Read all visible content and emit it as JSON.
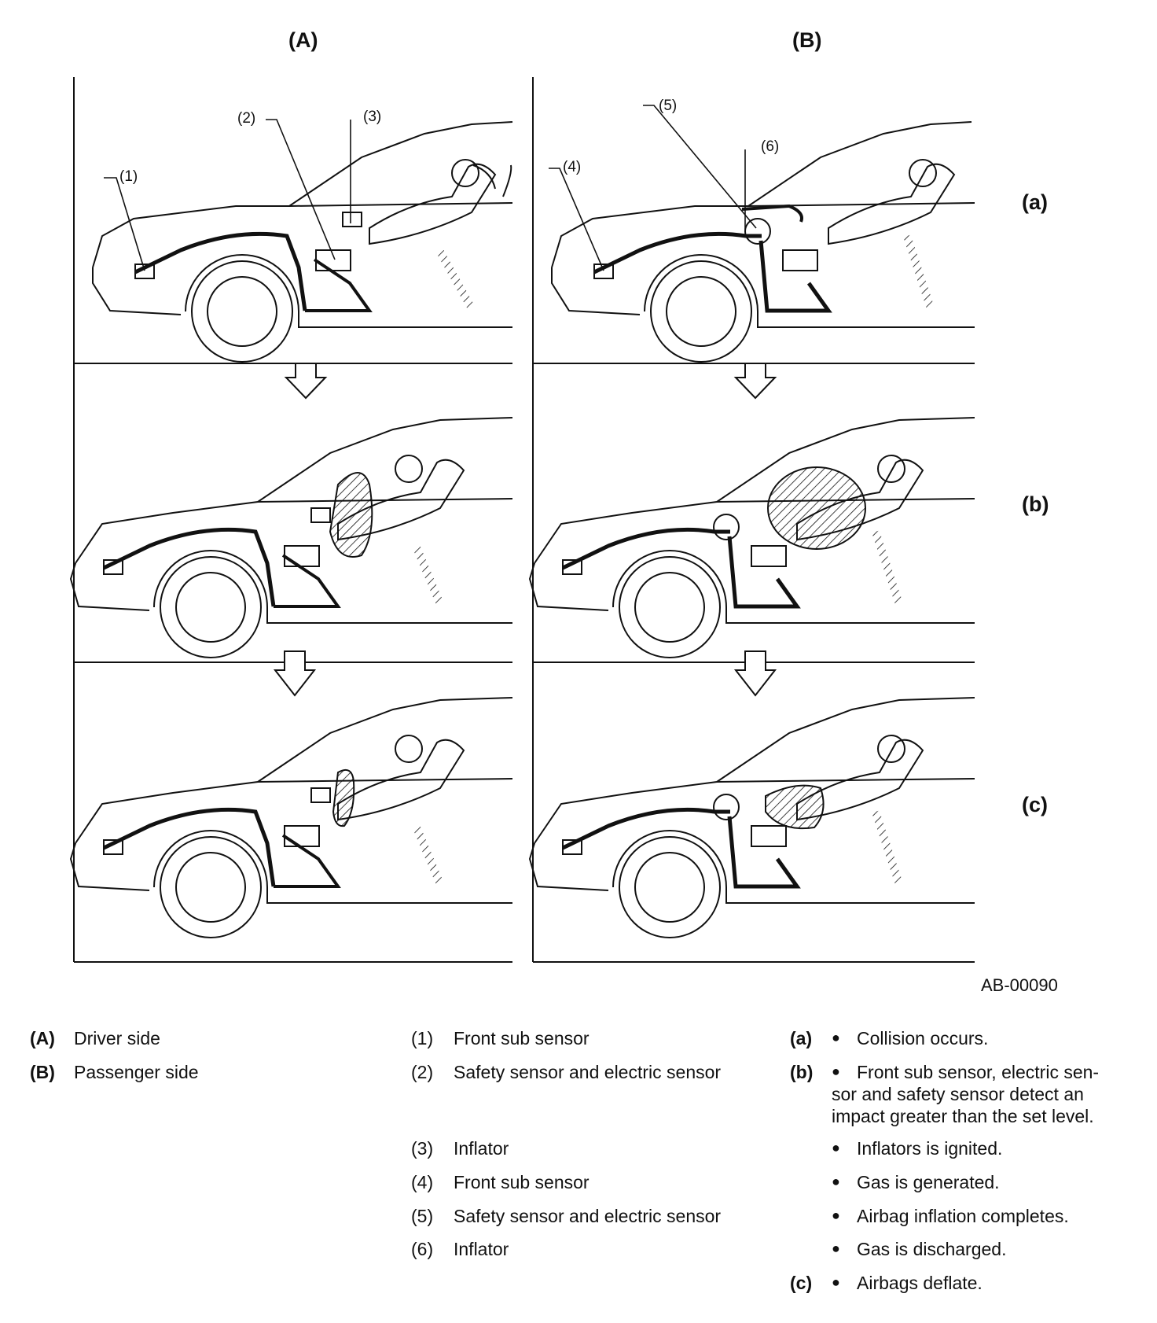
{
  "figure": {
    "column_headers": [
      "(A)",
      "(B)"
    ],
    "row_headers": [
      "(a)",
      "(b)",
      "(c)"
    ],
    "callouts": [
      "(1)",
      "(2)",
      "(3)",
      "(4)",
      "(5)",
      "(6)"
    ],
    "figure_id": "AB-00090"
  },
  "legend_sides": [
    {
      "key": "(A)",
      "text": "Driver side"
    },
    {
      "key": "(B)",
      "text": "Passenger side"
    }
  ],
  "legend_parts": [
    {
      "num": "(1)",
      "text": "Front sub sensor"
    },
    {
      "num": "(2)",
      "text": "Safety sensor and electric sensor"
    },
    {
      "num": "(3)",
      "text": "Inflator"
    },
    {
      "num": "(4)",
      "text": "Front sub sensor"
    },
    {
      "num": "(5)",
      "text": "Safety sensor and electric sensor"
    },
    {
      "num": "(6)",
      "text": "Inflator"
    }
  ],
  "legend_stages": [
    {
      "key": "(a)",
      "text": "Collision occurs."
    },
    {
      "key": "(b)",
      "text": "Front sub sensor, electric sen-"
    },
    {
      "key": "",
      "text": "sor and safety sensor detect an"
    },
    {
      "key": "",
      "text": "impact greater than the set level."
    },
    {
      "key": "",
      "text": "Inflators is ignited."
    },
    {
      "key": "",
      "text": "Gas is generated."
    },
    {
      "key": "",
      "text": "Airbag inflation completes."
    },
    {
      "key": "",
      "text": "Gas is discharged."
    },
    {
      "key": "(c)",
      "text": "Airbags deflate."
    }
  ],
  "bullet_glyph": "●",
  "colors": {
    "line": "#111111",
    "background": "#ffffff"
  }
}
